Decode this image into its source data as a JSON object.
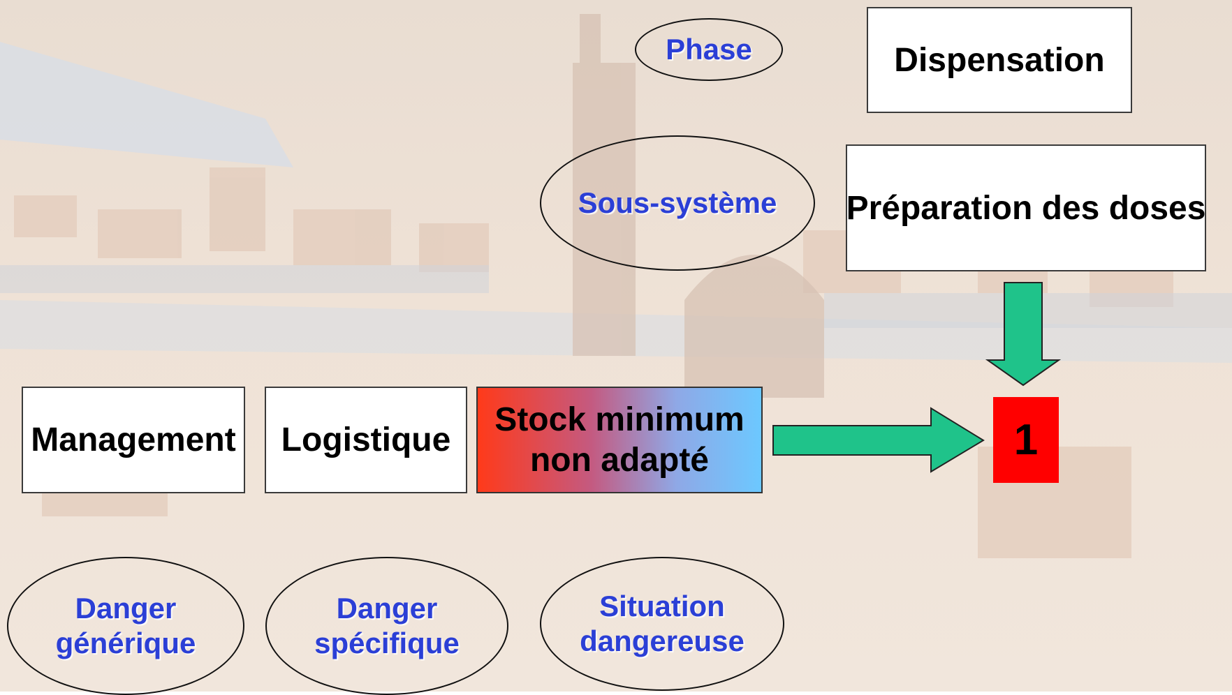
{
  "colors": {
    "ellipse_text": "#2b3fd6",
    "arrow_fill": "#1fc38a",
    "number_box": "#ff0000",
    "gradient_start": "#ff3a1a",
    "gradient_end": "#6cc8ff"
  },
  "labels": {
    "phase": "Phase",
    "sous_systeme": "Sous-système",
    "danger_generique": [
      "Danger",
      "générique"
    ],
    "danger_specifique": [
      "Danger",
      "spécifique"
    ],
    "situation_dangereuse": [
      "Situation",
      "dangereuse"
    ]
  },
  "values": {
    "phase": "Dispensation",
    "sous_systeme": "Préparation des doses",
    "danger_generique": "Management",
    "danger_specifique": "Logistique",
    "situation_dangereuse": [
      "Stock minimum",
      "non adapté"
    ]
  },
  "result_number": "1",
  "icons": {
    "background": "city-photo-background"
  }
}
